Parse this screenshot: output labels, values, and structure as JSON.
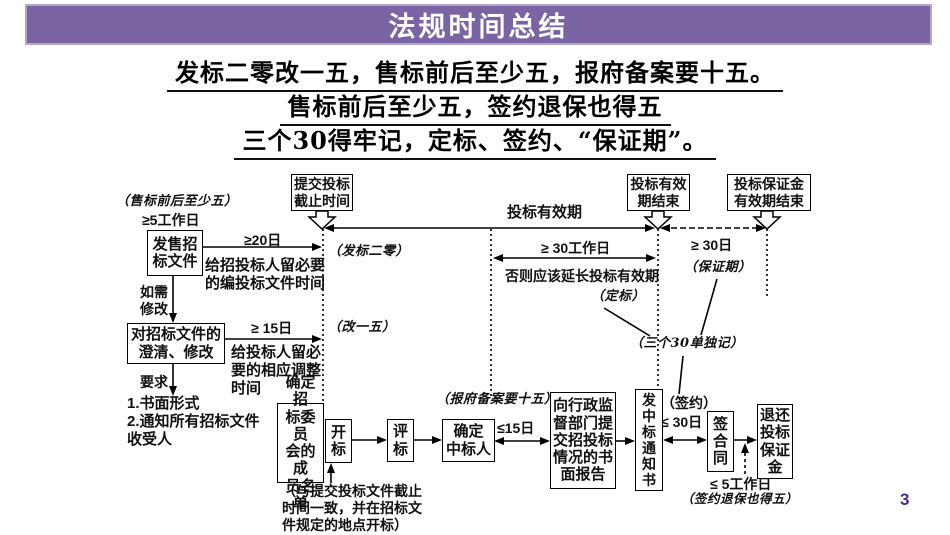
{
  "header": {
    "title": "法规时间总结",
    "bg_color": "#7b64a4",
    "border_color": "#b4a6c9"
  },
  "mnemonic": {
    "line1": "发标二零改一五，售标前后至少五，报府备案要十五。",
    "line2": "售标前后至少五，签约退保也得五",
    "line3": "三个30得牢记，定标、签约、“保证期”。"
  },
  "diagram": {
    "boxes": {
      "submit_deadline": "提交投标\n截止时间",
      "validity_end": "投标有效\n期结束",
      "deposit_validity_end": "投标保证金\n有效期结束",
      "issue_docs": "发售招\n标文件",
      "clarify_modify": "对招标文件的\n澄清、修改",
      "committee_list": "确定招\n标委员\n会的成\n员名单",
      "open_bid": "开\n标",
      "evaluate_bid": "评\n标",
      "determine_winner": "确定\n中标人",
      "report_admin": "向行政监\n督部门提\n交招投标\n情况的书\n面报告",
      "notice_award": "发\n中\n标\n通\n知\n书",
      "sign_contract": "签\n合\n同",
      "refund_deposit": "退还\n投标\n保证\n金"
    },
    "labels": {
      "presale_note": "（售标前后至少五）",
      "ge5_days": "≥5工作日",
      "ge20_days": "≥20日",
      "leave_time_prepare": "给招投标人留必要\n的编投标文件时间",
      "issue_20_note": "（发标二零）",
      "if_modify": "如需\n修改",
      "ge15_days": "≥ 15日",
      "modify_15_note": "（改一五）",
      "leave_time_adjust": "给投标人留必\n要的相应调整\n时间",
      "require": "要求",
      "require_items": "1.书面形式\n2.通知所有招标文件\n收受人",
      "validity_period": "投标有效期",
      "ge30_workdays": "≥ 30工作日",
      "otherwise_extend": "否则应该延长投标有效期",
      "decide_note": "（定标）",
      "ge30_days": "≥ 30日",
      "warranty_note": "（保证期）",
      "three30_note": "（三个30单独记）",
      "report_15_note": "（报府备案要十五）",
      "le15_days": "≤15日",
      "sign_label": "（签约）",
      "le30_days": "≤ 30日",
      "le5_workdays": "≤ 5工作日",
      "sign_refund_note": "（签约退保也得五）",
      "open_bid_note": "（与提交投标文件截止\n时间一致，并在招标文\n件规定的地点开标）"
    }
  },
  "page": {
    "number": "3",
    "number_color": "#4b2d7f"
  }
}
